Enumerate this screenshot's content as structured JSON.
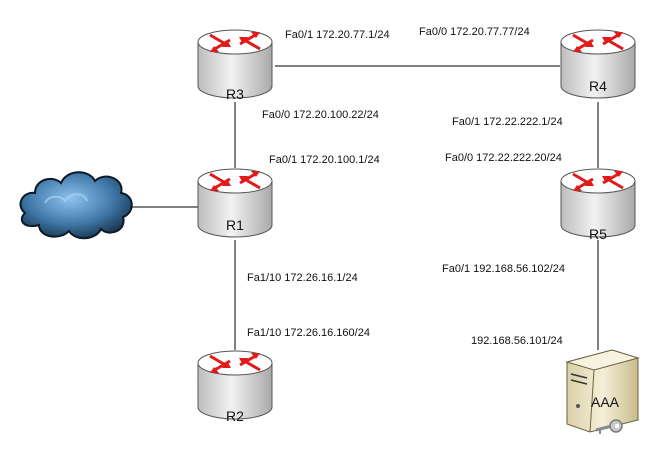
{
  "colors": {
    "link": "#000000",
    "router_body": "#d8d8d8",
    "router_top": "#ffffff",
    "router_arrow": "#e31a1a",
    "cloud_dark": "#1f3850",
    "cloud_light": "#5b9bd5"
  },
  "routers": [
    {
      "id": "r3",
      "name": "R3"
    },
    {
      "id": "r4",
      "name": "R4"
    },
    {
      "id": "r1",
      "name": "R1"
    },
    {
      "id": "r5",
      "name": "R5"
    },
    {
      "id": "r2",
      "name": "R2"
    }
  ],
  "server": {
    "name": "AAA",
    "icon": "aaa-server-with-key-icon"
  },
  "cloud": {
    "icon": "cloud-icon"
  },
  "interfaces": {
    "r3_fa01": "Fa0/1 172.20.77.1/24",
    "r4_fa00": "Fa0/0 172.20.77.77/24",
    "r3_fa00": "Fa0/0 172.20.100.22/24",
    "r4_fa01": "Fa0/1 172.22.222.1/24",
    "r1_fa01": "Fa0/1 172.20.100.1/24",
    "r5_fa00": "Fa0/0 172.22.222.20/24",
    "r5_fa01": "Fa0/1 192.168.56.102/24",
    "r1_fa110": "Fa1/10 172.26.16.1/24",
    "r2_fa110": "Fa1/10 172.26.16.160/24",
    "server_ip": "192.168.56.101/24"
  }
}
